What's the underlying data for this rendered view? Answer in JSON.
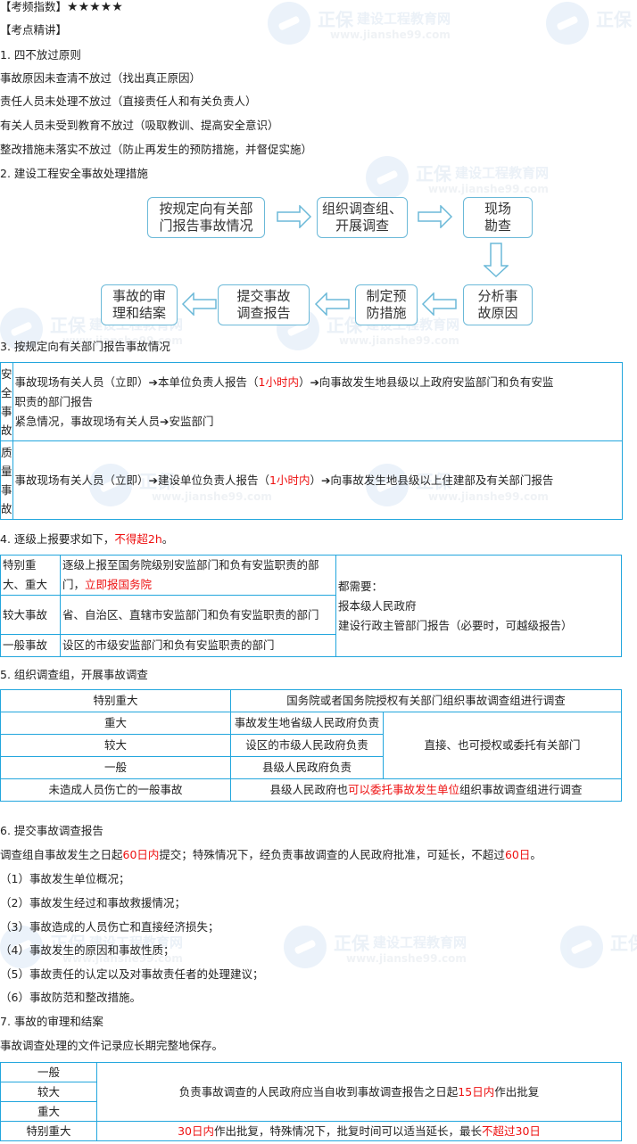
{
  "header": {
    "frequency_label": "【考频指数】",
    "stars": "★★★★★",
    "key_points_label": "【考点精讲】"
  },
  "watermark": {
    "brand": "正保",
    "name": "建设工程教育网",
    "url": "www.jianshe99.com"
  },
  "section1": {
    "title": "1. 四不放过原则",
    "items": [
      "事故原因未查清不放过（找出真正原因）",
      "责任人员未处理不放过（直接责任人和有关负责人）",
      "有关人员未受到教育不放过（吸取教训、提高安全意识）",
      "整改措施未落实不放过（防止再发生的预防措施，并督促实施）"
    ]
  },
  "section2": {
    "title": "2. 建设工程安全事故处理措施",
    "flow": [
      {
        "line1": "按规定向有关部",
        "line2": "门报告事故情况"
      },
      {
        "line1": "组织调查组、",
        "line2": "开展调查"
      },
      {
        "line1": "现场",
        "line2": "勘查"
      },
      {
        "line1": "分析事",
        "line2": "故原因"
      },
      {
        "line1": "制定预",
        "line2": "防措施"
      },
      {
        "line1": "提交事故",
        "line2": "调查报告"
      },
      {
        "line1": "事故的审",
        "line2": "理和结案"
      }
    ]
  },
  "section3": {
    "title": "3. 按规定向有关部门报告事故情况",
    "rows": [
      {
        "label": "安全事故",
        "l1_a": "事故现场有关人员（立即）➔本单位负责人报告（",
        "l1_red": "1小时内",
        "l1_b": "）➔向事故发生地县级以上政府安监部门和负有安监",
        "l2": "职责的部门报告",
        "l3": "紧急情况，事故现场有关人员➔安监部门"
      },
      {
        "label": "质量事故",
        "l1_a": "事故现场有关人员（立即）➔建设单位负责人报告（",
        "l1_red": "1小时内",
        "l1_b": "）➔向事故发生地县级以上住建部及有关部门报告"
      }
    ]
  },
  "section4": {
    "title_a": "4. 逐级上报要求如下，",
    "title_red": "不得超2h",
    "title_b": "。",
    "rows": [
      {
        "level": "特别重大、重大",
        "text_a": "逐级上报至国务院级别安监部门和负有安监职责的部门，",
        "text_red": "立即报国务院"
      },
      {
        "level": "较大事故",
        "text_a": "省、自治区、直辖市安监部门和负有安监职责的部门",
        "text_red": ""
      },
      {
        "level": "一般事故",
        "text_a": "设区的市级安监部门和负有安监职责的部门",
        "text_red": ""
      }
    ],
    "common": [
      "都需要：",
      "报本级人民政府",
      "建设行政主管部门报告（必要时，可越级报告）"
    ]
  },
  "section5": {
    "title": "5. 组织调查组，开展事故调查",
    "r1": {
      "level": "特别重大",
      "text": "国务院或者国务院授权有关部门组织事故调查组进行调查"
    },
    "r2": {
      "level": "重大",
      "text": "事故发生地省级人民政府负责"
    },
    "r3": {
      "level": "较大",
      "text": "设区的市级人民政府负责"
    },
    "r4": {
      "level": "一般",
      "text": "县级人民政府负责"
    },
    "merged": "直接、也可授权或委托有关部门",
    "r5": {
      "level": "未造成人员伤亡的一般事故",
      "text_a": "县级人民政府也",
      "text_red": "可以委托事故发生单位",
      "text_b": "组织事故调查组进行调查"
    }
  },
  "section6": {
    "title": "6. 提交事故调查报告",
    "intro_a": "调查组自事故发生之日起",
    "intro_red1": "60日内",
    "intro_b": "提交；特殊情况下，经负责事故调查的人民政府批准，可延长，不超过",
    "intro_red2": "60日",
    "intro_c": "。",
    "items": [
      "（1）事故发生单位概况；",
      "（2）事故发生经过和事故救援情况；",
      "（3）事故造成的人员伤亡和直接经济损失；",
      "（4）事故发生的原因和事故性质；",
      "（5）事故责任的认定以及对事故责任者的处理建议；",
      "（6）事故防范和整改措施。"
    ]
  },
  "section7": {
    "title": "7. 事故的审理和结案",
    "intro": "事故调查处理的文件记录应长期完整地保存。",
    "levels": [
      "一般",
      "较大",
      "重大",
      "特别重大"
    ],
    "merged_a": "负责事故调查的人民政府应当自收到事故调查报告之日起",
    "merged_red": "15日内",
    "merged_b": "作出批复",
    "last_red1": "30日内",
    "last_a": "作出批复，特殊情况下，批复时间可以适当延长，最长",
    "last_red2": "不超过30日"
  }
}
